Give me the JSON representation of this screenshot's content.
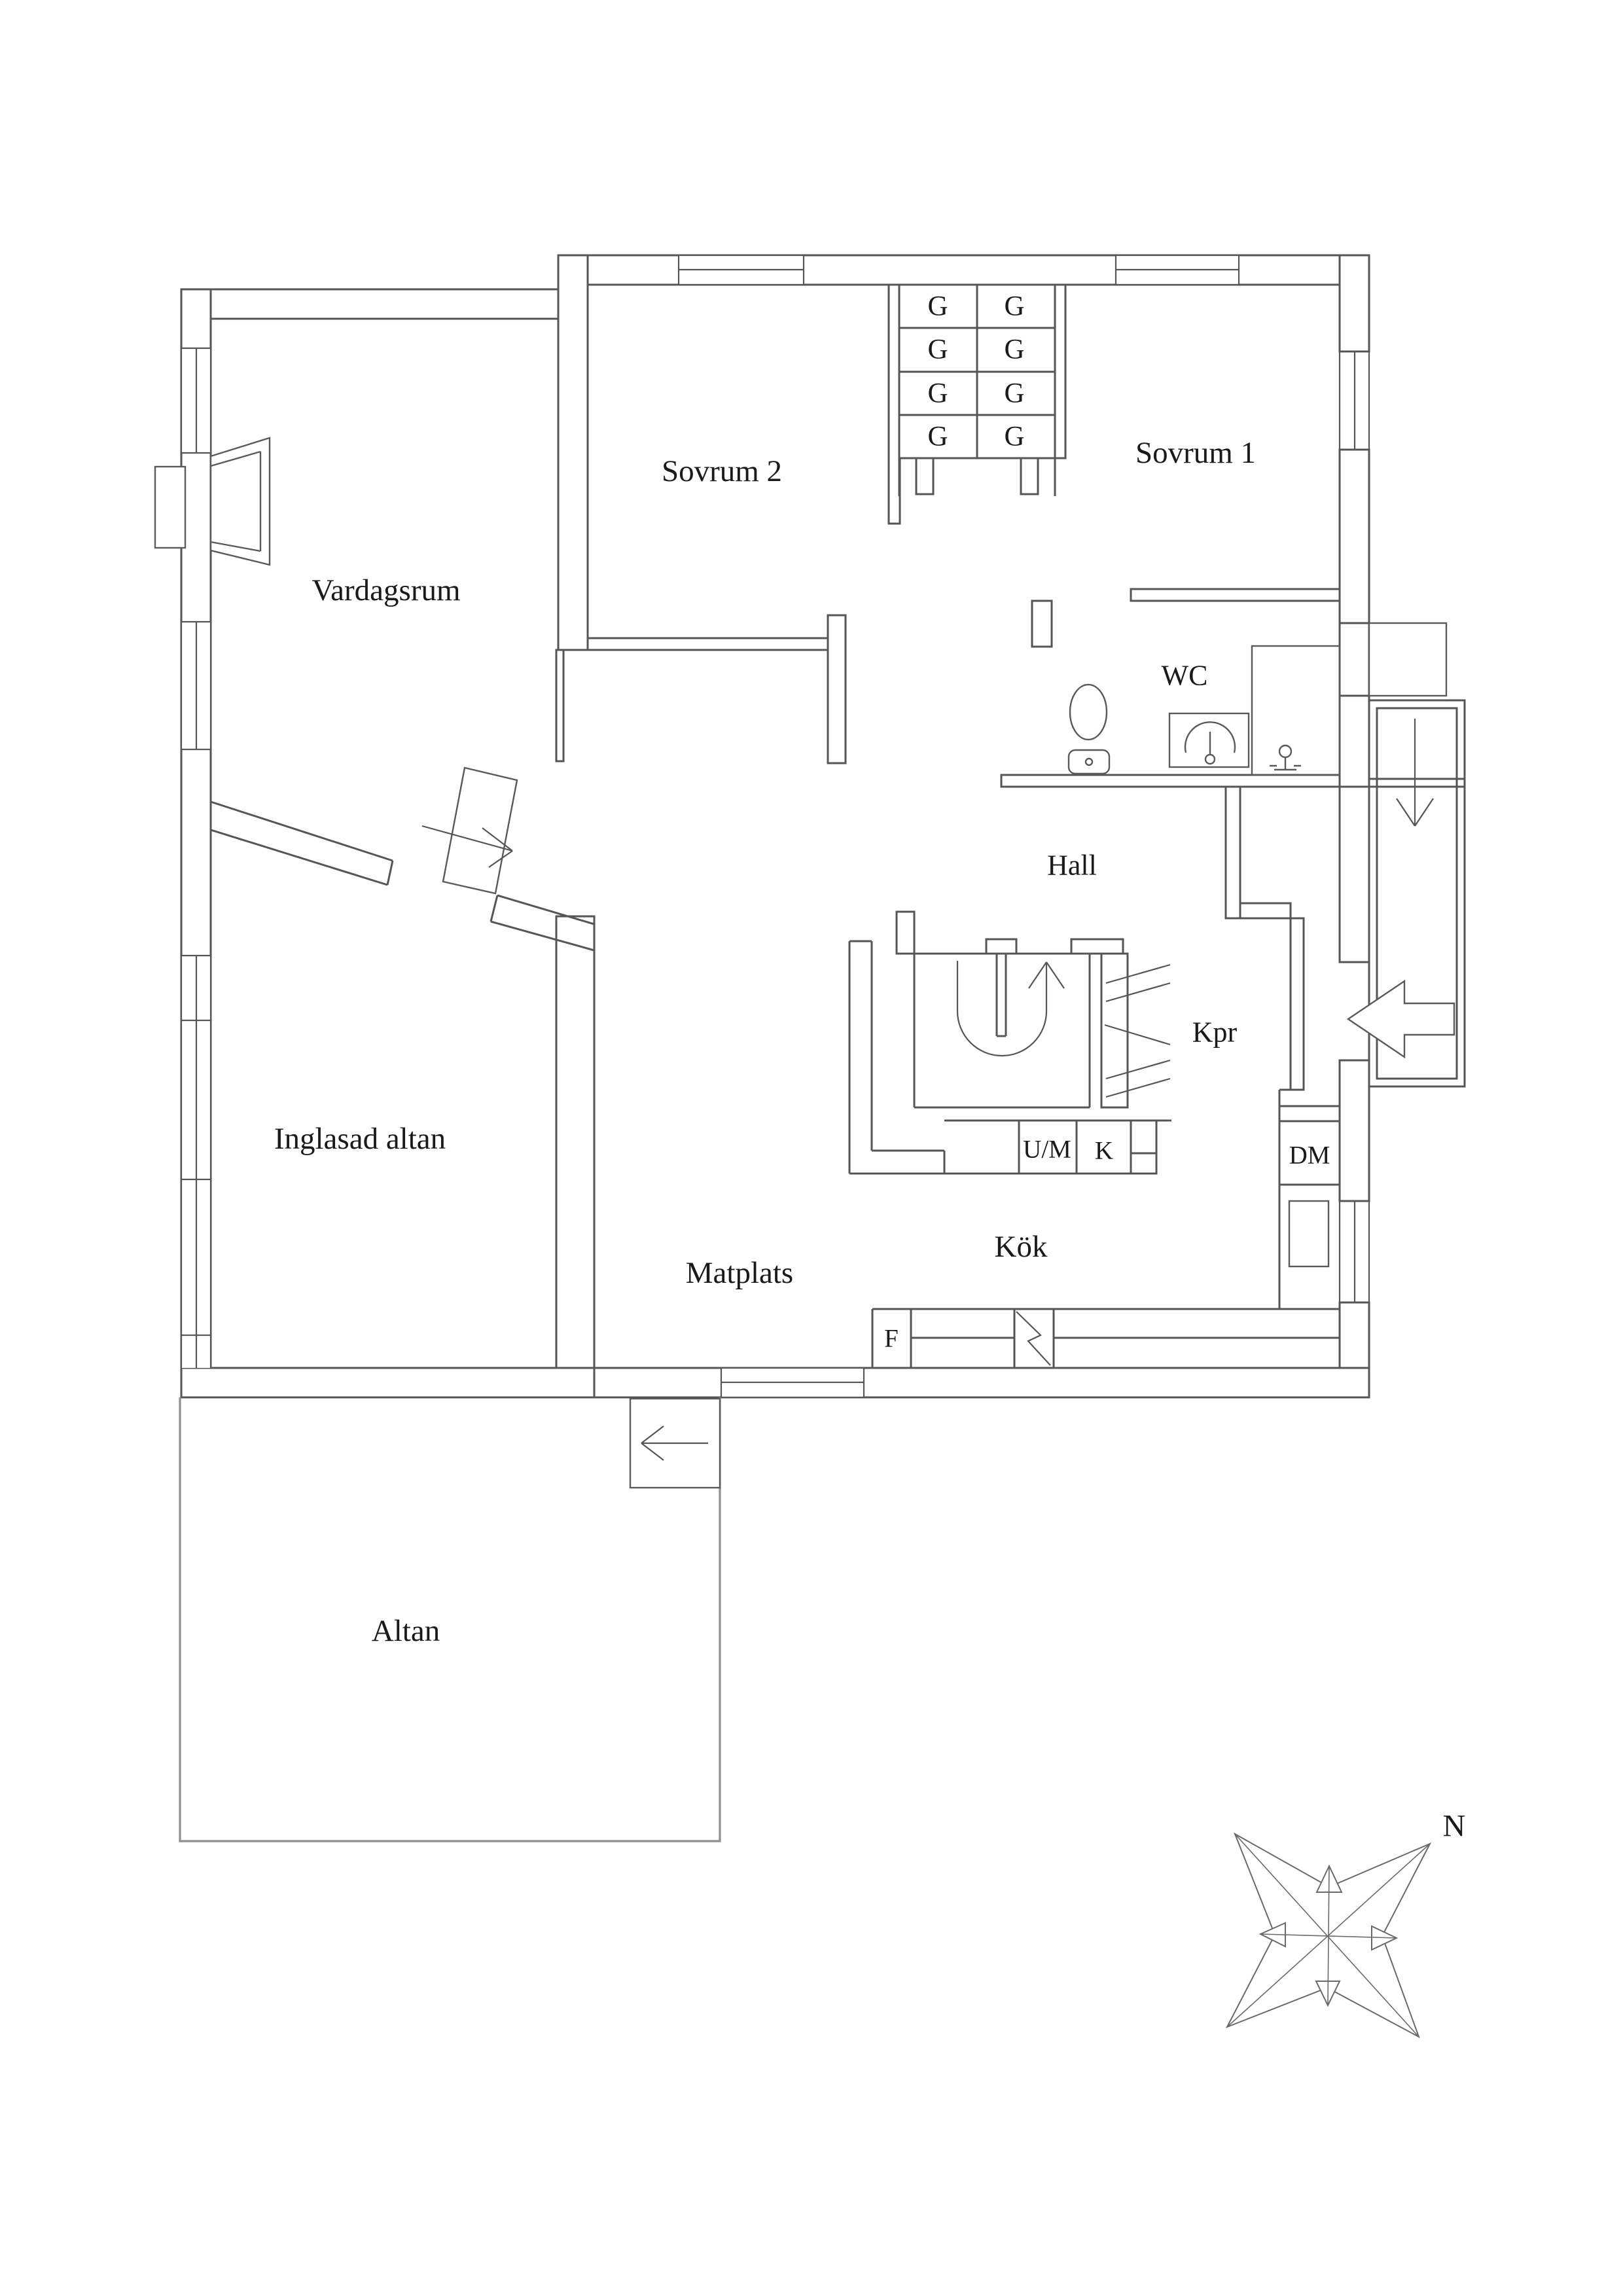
{
  "rooms": {
    "vardagsrum": "Vardagsrum",
    "sovrum2": "Sovrum 2",
    "sovrum1": "Sovrum 1",
    "wc": "WC",
    "hall": "Hall",
    "kpr": "Kpr",
    "inglasad_altan": "Inglasad altan",
    "matplats": "Matplats",
    "kok": "Kök",
    "altan": "Altan"
  },
  "closets": {
    "label": "G"
  },
  "appliances": {
    "washer": "U/M",
    "fridge": "K",
    "dishwasher": "DM",
    "freezer": "F"
  },
  "compass": {
    "north": "N"
  },
  "colors": {
    "wall": "#565656",
    "wall_light": "#8f8f8f",
    "text": "#1a1a1a",
    "background": "#ffffff"
  }
}
